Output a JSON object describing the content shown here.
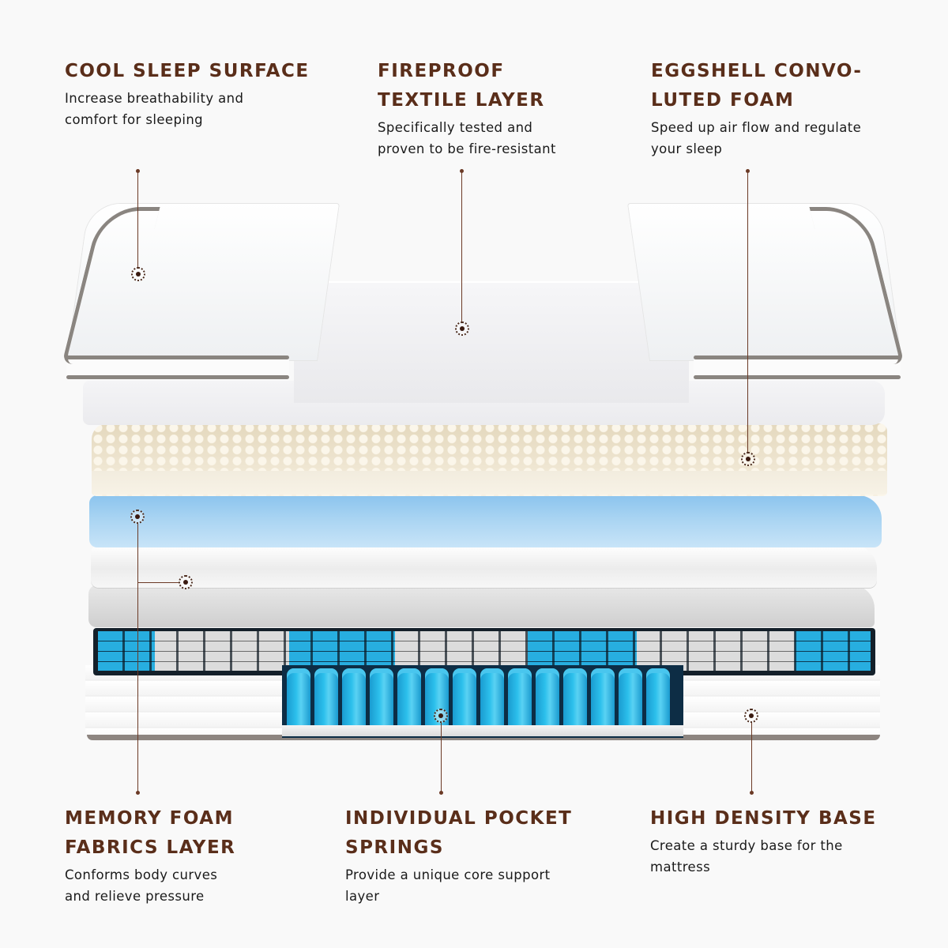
{
  "diagram": {
    "subject": "Mattress layer cross-section",
    "colors": {
      "title": "#5a2e1a",
      "description": "#1a1a1a",
      "leader_line": "#6b3a26",
      "spring_blue": "#26b4e6",
      "spring_gray": "#c8c8c8",
      "memory_foam_blue": "#a9d4f2",
      "eggshell_foam": "#ece2cc",
      "piping": "#8a8580",
      "background": "#f9f9f9"
    },
    "labels": {
      "cool_sleep_surface": {
        "title": "COOL SLEEP SURFACE",
        "desc": "Increase breathability and\ncomfort for sleeping"
      },
      "fireproof_textile_layer": {
        "title": "FIREPROOF\nTEXTILE LAYER",
        "desc": "Specifically tested and\nproven to be fire-resistant"
      },
      "eggshell_convoluted_foam": {
        "title": "EGGSHELL CONVO-\nLUTED FOAM",
        "desc": "Speed up air flow and regulate\nyour sleep"
      },
      "memory_foam_fabrics_layer": {
        "title": "MEMORY FOAM\nFABRICS LAYER",
        "desc": "Conforms body curves\nand relieve pressure"
      },
      "individual_pocket_springs": {
        "title": "INDIVIDUAL POCKET\nSPRINGS",
        "desc": "Provide a unique core support\nlayer"
      },
      "high_density_base": {
        "title": "HIGH DENSITY BASE",
        "desc": "Create a sturdy base for the\nmattress"
      }
    },
    "layers_top_to_bottom": [
      "Cool sleep surface (quilted top, split left/right)",
      "Fireproof textile layer",
      "Thin white fabric layer",
      "Eggshell convoluted foam",
      "Blue memory foam",
      "White foam layer",
      "Gray fabric layer",
      "Individual pocket springs (blue/gray zones)",
      "High density base"
    ]
  }
}
